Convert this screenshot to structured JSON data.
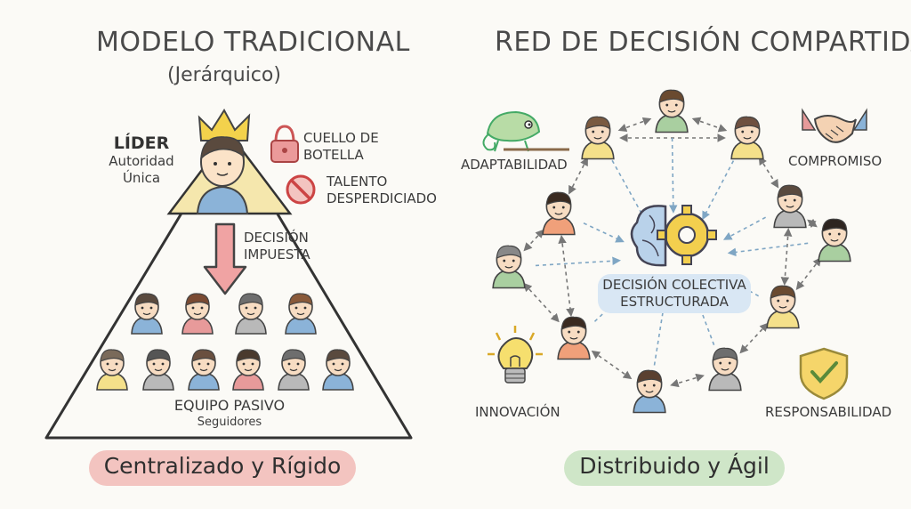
{
  "left": {
    "title": "MODELO TRADICIONAL",
    "subtitle": "(Jerárquico)",
    "leader": {
      "title": "LÍDER",
      "line1": "Autoridad",
      "line2": "Única"
    },
    "callouts": [
      {
        "icon": "lock-icon",
        "line1": "CUELLO DE",
        "line2": "BOTELLA"
      },
      {
        "icon": "prohibited-icon",
        "line1": "TALENTO",
        "line2": "DESPERDICIADO"
      }
    ],
    "arrow": {
      "line1": "DECISIÓN",
      "line2": "IMPUESTA"
    },
    "team": {
      "line1": "EQUIPO PASIVO",
      "line2": "Seguidores"
    },
    "banner": "Centralizado y Rígido",
    "banner_color": "#f3c4c0"
  },
  "right": {
    "title": "RED DE DECISIÓN COMPARTIDA",
    "center": {
      "line1": "DECISIÓN COLECTIVA",
      "line2": "ESTRUCTURADA"
    },
    "values": [
      {
        "icon": "chameleon-icon",
        "label": "ADAPTABILIDAD"
      },
      {
        "icon": "handshake-icon",
        "label": "COMPROMISO"
      },
      {
        "icon": "lightbulb-icon",
        "label": "INNOVACIÓN"
      },
      {
        "icon": "shield-check-icon",
        "label": "RESPONSABILIDAD"
      }
    ],
    "banner": "Distribuido y Ágil",
    "banner_color": "#cfe6c8"
  }
}
